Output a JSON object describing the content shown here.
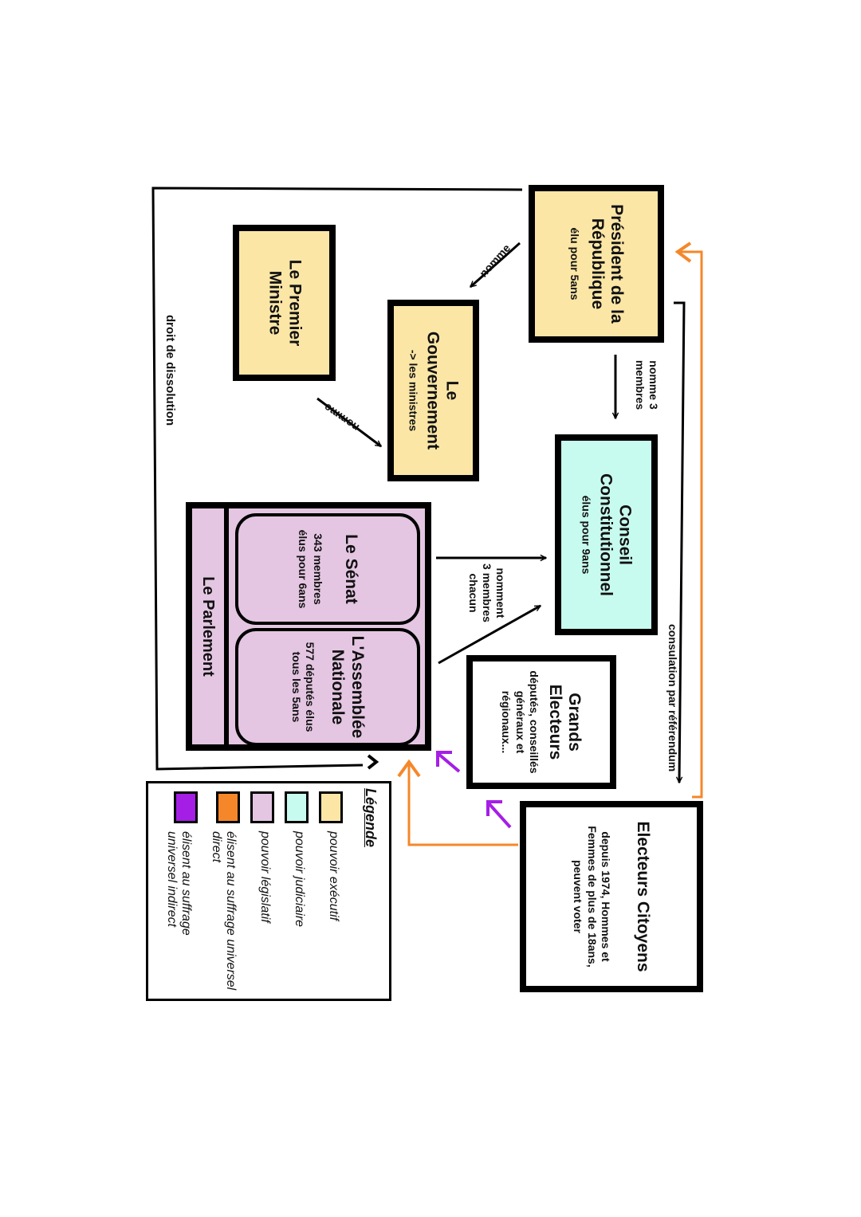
{
  "nodes": {
    "president": {
      "title": "Président de la République",
      "sub": "élu pour 5ans"
    },
    "premier": {
      "title": "Le Premier Ministre"
    },
    "gouvernement": {
      "title": "Le Gouvernement",
      "sub": "-> les ministres"
    },
    "conseil": {
      "title": "Conseil Constitutionnel",
      "sub": "élus pour 9ans"
    },
    "parlement": {
      "title": "Le Parlement"
    },
    "senat": {
      "title": "Le Sénat",
      "sub1": "343 membres",
      "sub2": "élus pour 6ans"
    },
    "assemblee": {
      "title": "L'Assemblée Nationale",
      "sub": "577 députés élus tous les 5ans"
    },
    "grands_electeurs": {
      "title": "Grands Electeurs",
      "sub": "députés, conseillés généraux et régionaux..."
    },
    "electeurs": {
      "title": "Electeurs Citoyens",
      "sub": "depuis 1974, Hommes et Femmes de plus de 18ans, peuvent voter"
    }
  },
  "edges": {
    "nomme1": "nomme",
    "nomme2": "nomme",
    "nomme3": "nomme 3 membres",
    "nomment": "nomment 3 membres chacun",
    "dissolution": "droit de dissolution",
    "referendum": "consulation par référendum"
  },
  "legend": {
    "title": "Légende",
    "items": [
      {
        "color": "#fbe6a6",
        "label": "pouvoir exécutif"
      },
      {
        "color": "#c8fbef",
        "label": "pouvoir judiciaire"
      },
      {
        "color": "#e4c6e2",
        "label": "pouvoir législatif"
      },
      {
        "color": "#f5872a",
        "label": "élisent au suffrage universel direct"
      },
      {
        "color": "#a51ee6",
        "label": "élisent au suffrage universel indirect"
      }
    ]
  },
  "colors": {
    "arrow_direct": "#f5872a",
    "arrow_indirect": "#a51ee6",
    "line": "#000000"
  }
}
